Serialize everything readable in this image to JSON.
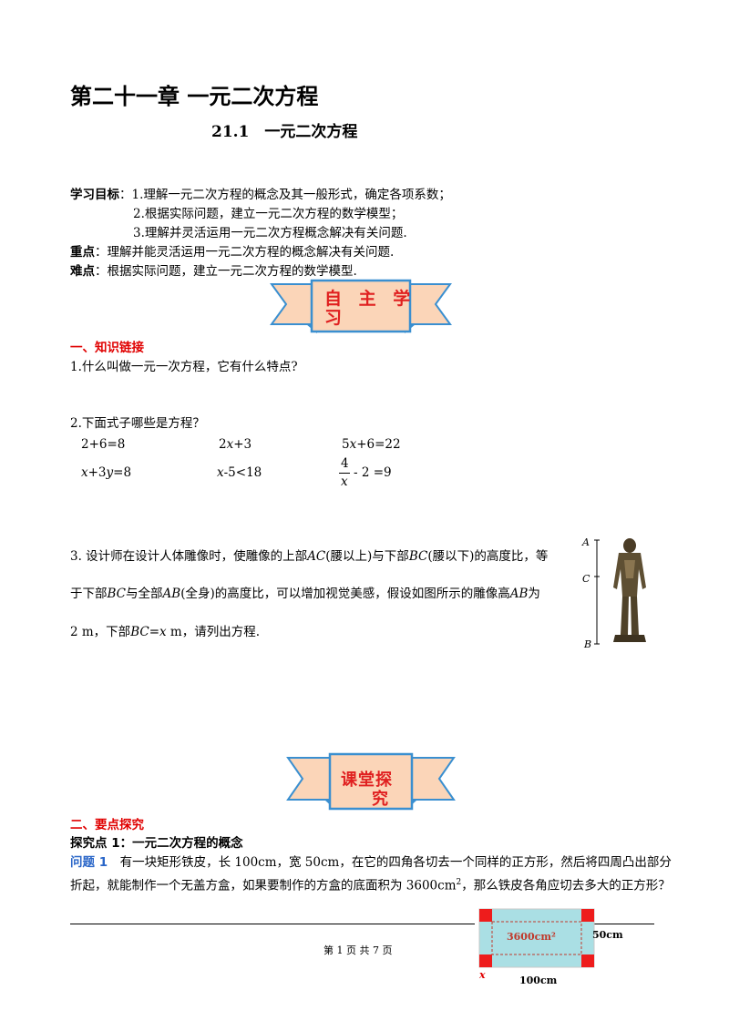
{
  "chapter_title": "第二十一章 一元二次方程",
  "section_title": "21.1　一元二次方程",
  "objectives": {
    "label": "学习目标",
    "colon": "：",
    "items": [
      "1.理解一元二次方程的概念及其一般形式，确定各项系数；",
      "2.根据实际问题，建立一元二次方程的数学模型；",
      "3.理解并灵活运用一元二次方程概念解决有关问题."
    ]
  },
  "key_point": {
    "label": "重点",
    "text": "：理解并能灵活运用一元二次方程的概念解决有关问题."
  },
  "difficulty": {
    "label": "难点",
    "text": "：根据实际问题，建立一元二次方程的数学模型."
  },
  "banner1": {
    "line1": "自 主 学",
    "line2": "习"
  },
  "part1": {
    "heading": "一、知识链接",
    "q1": "1.什么叫做一元一次方程，它有什么特点?",
    "q2": "2.下面式子哪些是方程？",
    "expr": {
      "e1": "2+6=8",
      "e2a": "2",
      "e2b": "x",
      "e2c": "+3",
      "e3a": "5",
      "e3b": "x",
      "e3c": "+6=22",
      "e4a": "x",
      "e4b": "+3",
      "e4c": "y",
      "e4d": "=8",
      "e5a": "x",
      "e5b": "-5<18",
      "e6num": "4",
      "e6den": "x",
      "e6rest": "- 2 =9"
    },
    "q3": {
      "l1a": "3.  设计师在设计人体雕像时，使雕像的上部",
      "l1b": "AC",
      "l1c": "(腰以上)与下部",
      "l1d": "BC",
      "l1e": "(腰以下)的高度比，等",
      "l2a": "于下部",
      "l2b": "BC",
      "l2c": "与全部",
      "l2d": "AB",
      "l2e": "(全身)的高度比，可以增加视觉美感，假设如图所示的雕像高",
      "l2f": "AB",
      "l2g": "为",
      "l3a": "2  m，下部",
      "l3b": "BC",
      "l3c": "=",
      "l3d": "x",
      "l3e": "  m，请列出方程."
    },
    "statue_labels": {
      "a": "A",
      "c": "C",
      "b": "B"
    }
  },
  "banner2": {
    "line1": "课堂探",
    "line2": "究"
  },
  "part2": {
    "heading": "二、要点探究",
    "point1": "探究点 1：一元二次方程的概念",
    "problem_label": "问题 1",
    "problem_l1": "　有一块矩形铁皮，长 100cm，宽 50cm，在它的四角各切去一个同样的正方形，然后将四周凸出部分",
    "problem_l2a": "折起，就能制作一个无盖方盒，如果要制作的方盒的底面积为 3600cm",
    "problem_l2sup": "2",
    "problem_l2b": "，那么铁皮各角应切去多大的正方形？"
  },
  "box_figure": {
    "area": "3600cm²",
    "width": "50cm",
    "length": "100cm",
    "corner": "x"
  },
  "footer": "第  1  页  共  7  页",
  "colors": {
    "red": "#e00000",
    "blue": "#2a66c8",
    "banner_fill": "#fbd5b8",
    "banner_stroke": "#3a8fd0",
    "sheet": "#aadfe4"
  }
}
